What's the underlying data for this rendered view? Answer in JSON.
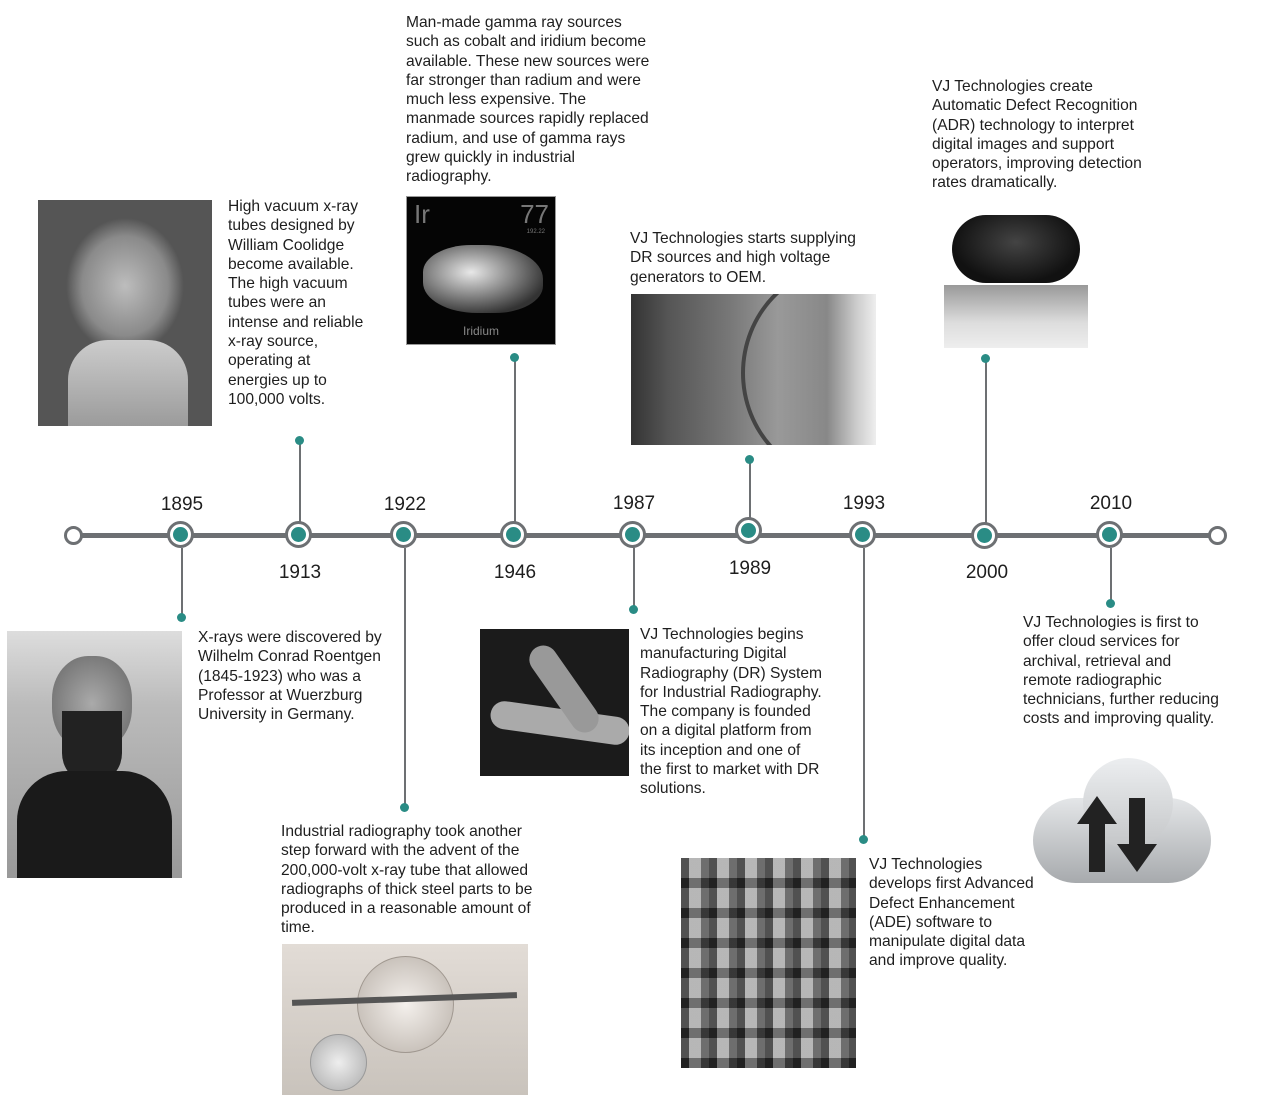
{
  "accent_color": "#2a8c85",
  "line_color": "#6d7073",
  "events": [
    {
      "year": "1895",
      "text": "X-rays were discovered by Wilhelm Conrad Roentgen (1845-1923) who was a Professor at Wuerzburg University in Germany."
    },
    {
      "year": "1913",
      "text": "High vacuum x-ray tubes designed by William Coolidge become available. The high vacuum tubes were an intense and reliable x-ray source, operating at energies up to 100,000 volts."
    },
    {
      "year": "1922",
      "text": "Industrial radiography took another step forward with the advent of the 200,000-volt x-ray tube that allowed radiographs of thick steel parts to be produced in a reasonable amount of time."
    },
    {
      "year": "1946",
      "text": "Man-made gamma ray sources such as cobalt and iridium become available. These new sources were far stronger than radium and were much less expensive. The manmade sources rapidly replaced radium, and use of gamma rays grew quickly in industrial radiography."
    },
    {
      "year": "1987",
      "text": "VJ Technologies begins manufacturing Digital Radiography (DR) System for Industrial Radiography. The company is founded on a digital platform from its inception and one of the first to market with DR solutions."
    },
    {
      "year": "1989",
      "text": "VJ Technologies starts supplying DR sources and high voltage generators to OEM."
    },
    {
      "year": "1993",
      "text": "VJ Technologies develops first Advanced Defect Enhancement (ADE) software to manipulate digital data and improve quality."
    },
    {
      "year": "2000",
      "text": "VJ Technologies create Automatic Defect Recognition (ADR) technology to interpret digital images and support operators, improving detection rates dramatically."
    },
    {
      "year": "2010",
      "text": "VJ Technologies is first to offer cloud services for archival, retrieval and remote radiographic technicians, further reducing costs and improving quality."
    }
  ],
  "iridium_tile": {
    "symbol": "Ir",
    "number": "77",
    "mass": "192.22",
    "name": "Iridium"
  }
}
